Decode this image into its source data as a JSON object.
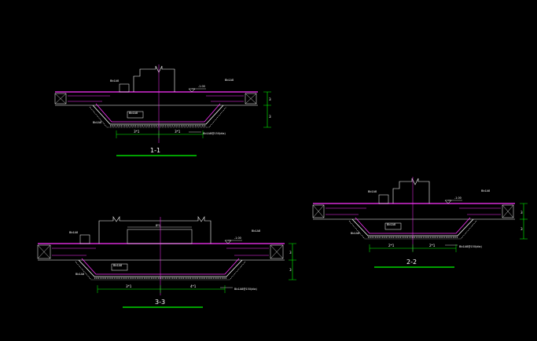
{
  "drawing": {
    "background": "#000000",
    "colors": {
      "slab": "#ff33ff",
      "outline": "#ffffff",
      "dimension": "#00ff00",
      "title_underline": "#00ff00",
      "rebar_note": "#ffffff"
    },
    "section_1": {
      "title": "1-1",
      "dim_left": "3*1",
      "dim_right": "3*1",
      "dim_h1": "3",
      "dim_h2": "3",
      "label_top_left": "Bb1A8",
      "label_top_right": "Bb1A8",
      "label_level": "-1.00",
      "label_mid": "Bb1A8",
      "label_bottom_left": "Bb1A8",
      "label_note": "Bb1A8@150(dia)"
    },
    "section_2": {
      "title": "2-2",
      "dim_left": "2*1",
      "dim_right": "2*1",
      "dim_h1": "3",
      "dim_h2": "3",
      "label_top_left": "Bb1A8",
      "label_top_right": "Bb1A8",
      "label_level": "-1.00",
      "label_mid": "Bb1A8",
      "label_bottom_left": "Bb1A8",
      "label_note": "Bb1A8@150(dia)"
    },
    "section_3": {
      "title": "3-3",
      "dim_left": "3*1",
      "dim_right": "4*1",
      "dim_top": "8*1",
      "dim_h1": "3",
      "dim_h2": "3",
      "label_top_left": "Bb1A8",
      "label_top_right": "Bb1A8",
      "label_level": "-1.00",
      "label_mid": "Bb1A8",
      "label_bottom_left": "Bb1A8",
      "label_note": "Bb1A8@150(dia)"
    }
  }
}
